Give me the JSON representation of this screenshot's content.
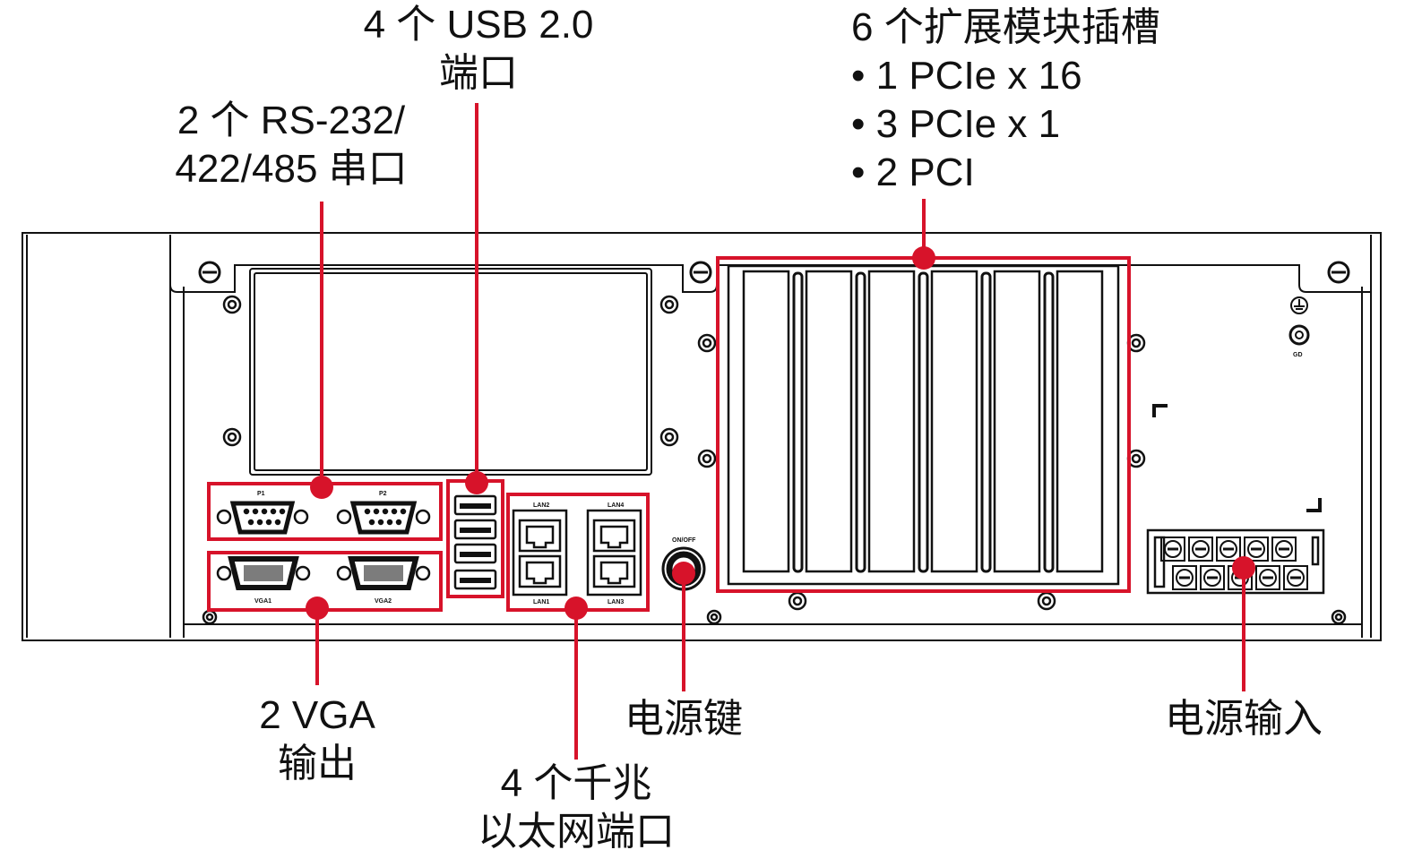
{
  "callouts": {
    "usb": {
      "line1": "4 个 USB 2.0",
      "line2": "端口"
    },
    "serial": {
      "line1": "2 个 RS-232/",
      "line2": "422/485 串口"
    },
    "expansion": {
      "title": "6 个扩展模块插槽",
      "items": [
        "• 1 PCIe x 16",
        "• 3 PCIe x 1",
        "• 2 PCI"
      ]
    },
    "vga": {
      "line1": "2 VGA",
      "line2": "输出"
    },
    "lan": {
      "line1": "4 个千兆",
      "line2": "以太网端口"
    },
    "power_button": {
      "line1": "电源键"
    },
    "power_input": {
      "line1": "电源输入"
    }
  },
  "port_labels": {
    "com1": "P1",
    "com2": "P2",
    "vga1": "VGA1",
    "vga2": "VGA2",
    "lan1": "LAN1",
    "lan2": "LAN2",
    "lan3": "LAN3",
    "lan4": "LAN4",
    "onoff": "ON/OFF",
    "ground": "GD"
  },
  "colors": {
    "highlight": "#d7132a",
    "drawing": "#111111"
  }
}
